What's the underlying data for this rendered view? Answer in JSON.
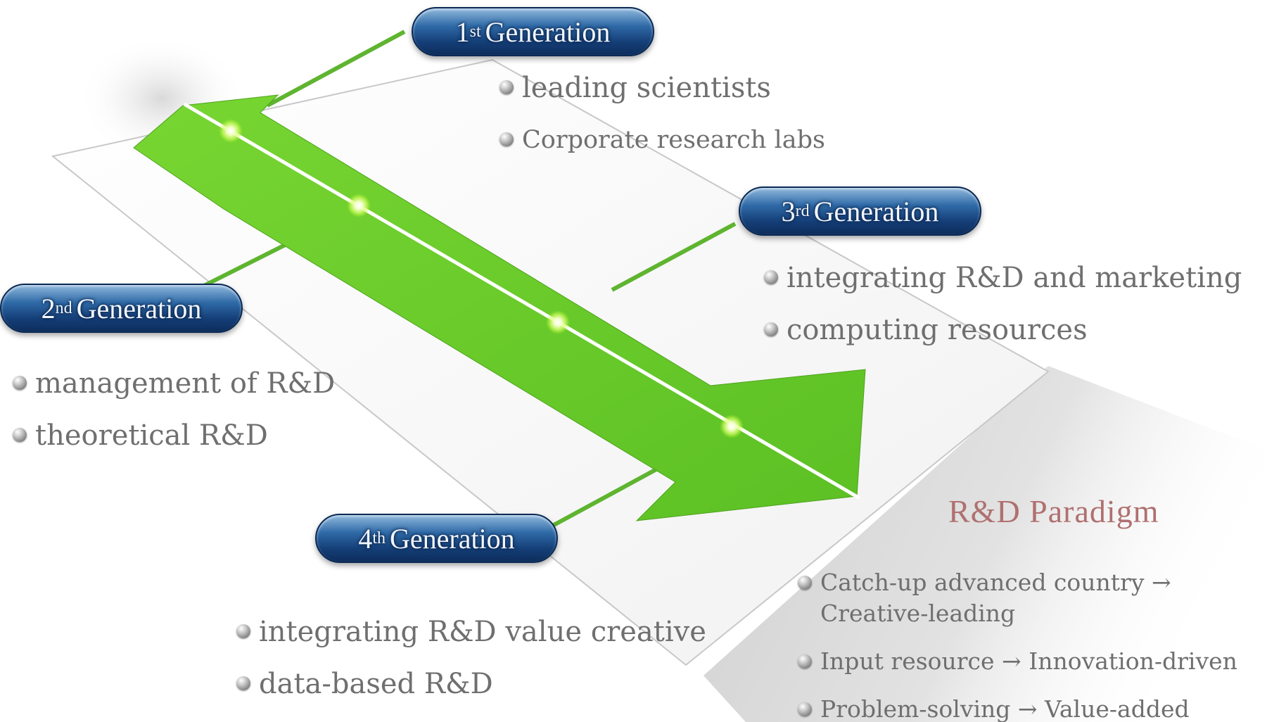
{
  "generations": [
    {
      "num": "1",
      "sup": "st",
      "label": "Generation",
      "items": [
        "leading scientists",
        "Corporate research labs"
      ]
    },
    {
      "num": "2",
      "sup": "nd",
      "label": "Generation",
      "items": [
        "management of R&D",
        "theoretical R&D"
      ]
    },
    {
      "num": "3",
      "sup": "rd",
      "label": "Generation",
      "items": [
        "integrating R&D and marketing",
        "computing resources"
      ]
    },
    {
      "num": "4",
      "sup": "th",
      "label": "Generation",
      "items": [
        "integrating R&D value creative",
        "data-based R&D"
      ]
    }
  ],
  "paradigm": {
    "title": "R&D Paradigm",
    "items": [
      {
        "line1": "Catch-up advanced country  →",
        "line2": "Creative-leading"
      },
      {
        "line1": "Input resource → Innovation-driven",
        "line2": ""
      },
      {
        "line1": "Problem-solving → Value-added",
        "line2": ""
      }
    ]
  },
  "colors": {
    "arrow": "#6cc92e",
    "connector": "#5fb430",
    "badge": "#1d4f8c",
    "text": "#6f6f6f",
    "paradigm_title": "#b07070"
  }
}
